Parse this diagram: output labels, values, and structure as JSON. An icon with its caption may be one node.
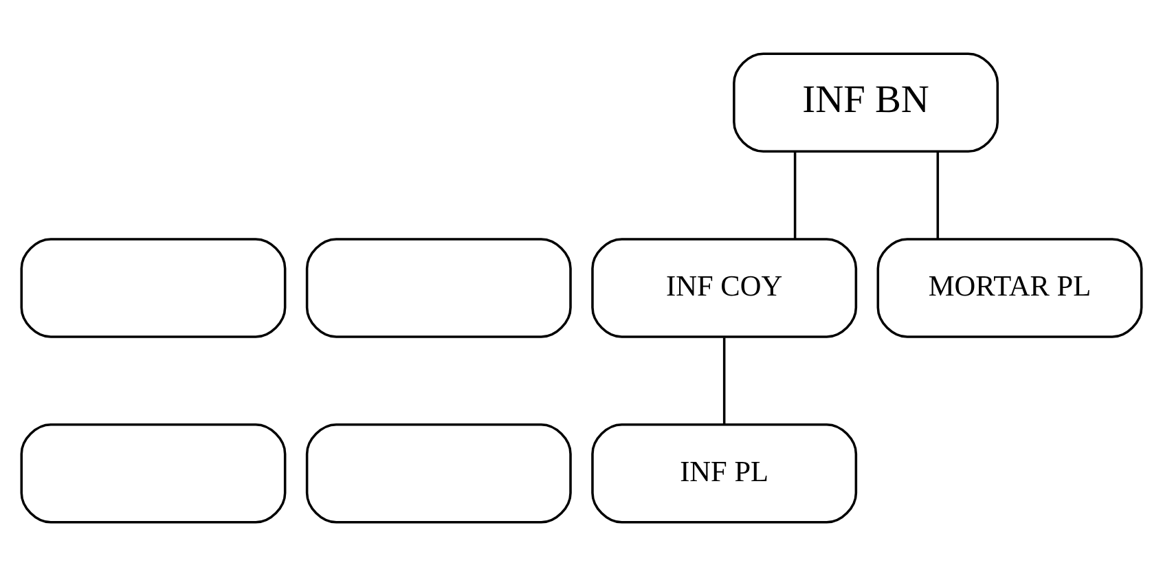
{
  "diagram": {
    "nodes": [
      {
        "text": [
          "INF BN"
        ]
      },
      {
        "text": [],
        "shape": "box"
      },
      {
        "text": [],
        "shape": "box"
      },
      {
        "text": [
          "INF COY"
        ]
      },
      {
        "text": [
          "MORTAR PL"
        ]
      },
      {
        "text": [],
        "shape": "box"
      },
      {
        "text": [],
        "shape": "box"
      },
      {
        "text": [
          "INF PL"
        ]
      }
    ],
    "edges": [
      {
        "from": 0,
        "to": 3,
        "arrow": "none"
      },
      {
        "from": 0,
        "to": 4,
        "arrow": "none"
      },
      {
        "from": 3,
        "to": 7,
        "arrow": "none"
      }
    ]
  }
}
